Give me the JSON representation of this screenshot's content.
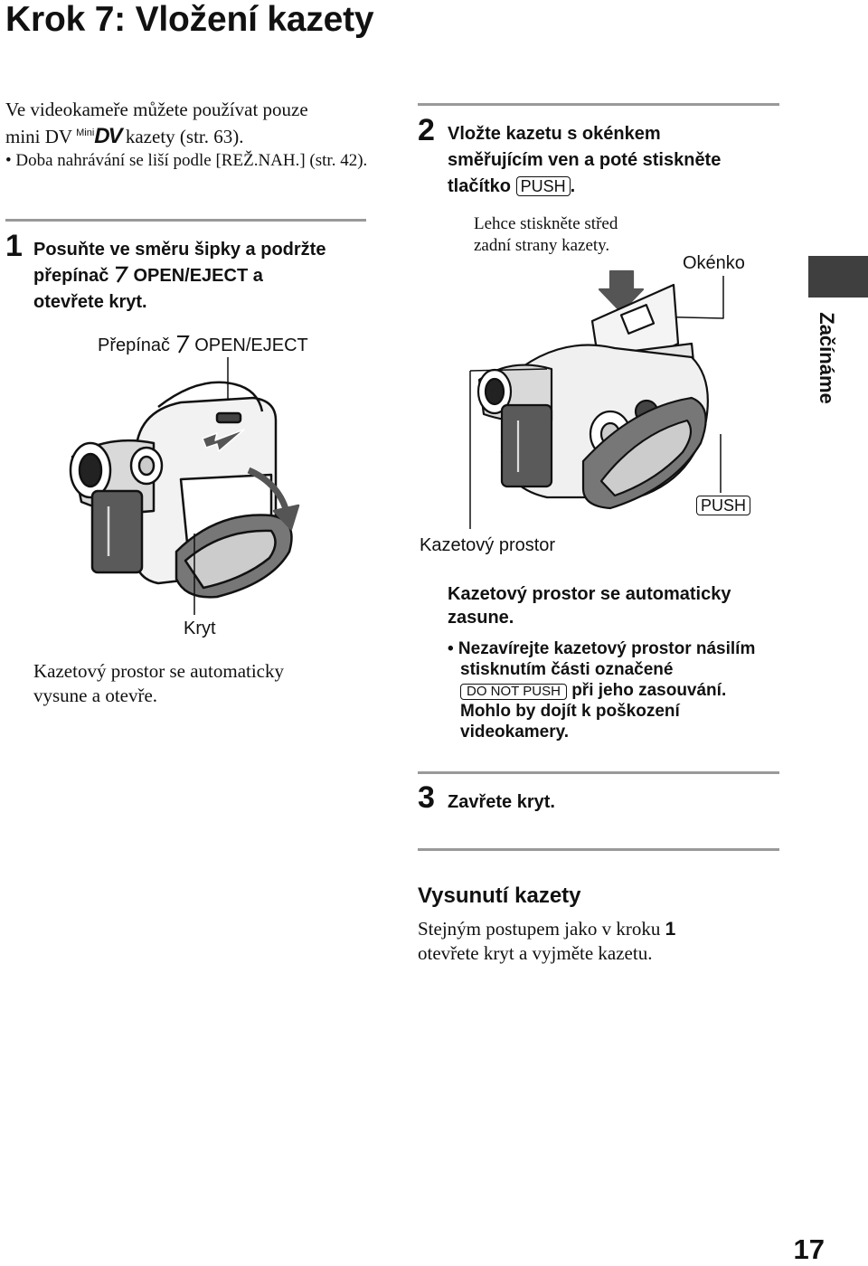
{
  "page": {
    "title": "Krok 7: Vložení kazety",
    "page_number": "17",
    "side_tab": "Začínáme"
  },
  "intro": {
    "line1": "Ve videokameře můžete používat pouze",
    "line2_pre": "mini DV",
    "line2_mini": "Mini",
    "line2_logo": "DV",
    "line2_post": "kazety (str. 63).",
    "bullet": "• Doba nahrávání se liší podle [REŽ.NAH.] (str. 42)."
  },
  "step1": {
    "number": "1",
    "line1": "Posuňte ve směru šipky a podržte",
    "line2_pre": "přepínač",
    "line2_post": "OPEN/EJECT a",
    "line3": "otevřete kryt.",
    "callout_switch_pre": "Přepínač",
    "callout_switch_post": "OPEN/EJECT",
    "callout_cover": "Kryt",
    "caption_line1": "Kazetový prostor se automaticky",
    "caption_line2": "vysune a otevře."
  },
  "step2": {
    "number": "2",
    "line1": "Vložte kazetu s okénkem",
    "line2": "směřujícím ven a poté stiskněte",
    "line3_pre": "tlačítko",
    "push_button": "PUSH",
    "line3_post": ".",
    "note_line1": "Lehce stiskněte střed",
    "note_line2": "zadní strany kazety.",
    "callout_window": "Okénko",
    "callout_push": "PUSH",
    "callout_compartment": "Kazetový prostor",
    "result_line1": "Kazetový prostor se automaticky",
    "result_line2": "zasune.",
    "bullet_line1": "• Nezavírejte kazetový prostor násilím",
    "bullet_line2": "stisknutím části označené",
    "do_not_push": "DO NOT PUSH",
    "bullet_line3_post": "při jeho zasouvání.",
    "bullet_line4": "Mohlo by dojít k poškození",
    "bullet_line5": "videokamery."
  },
  "step3": {
    "number": "3",
    "text": "Zavřete kryt."
  },
  "eject": {
    "heading": "Vysunutí kazety",
    "line1_pre": "Stejným postupem jako v kroku",
    "line1_num": "1",
    "line2": "otevřete kryt a vyjměte kazetu."
  }
}
